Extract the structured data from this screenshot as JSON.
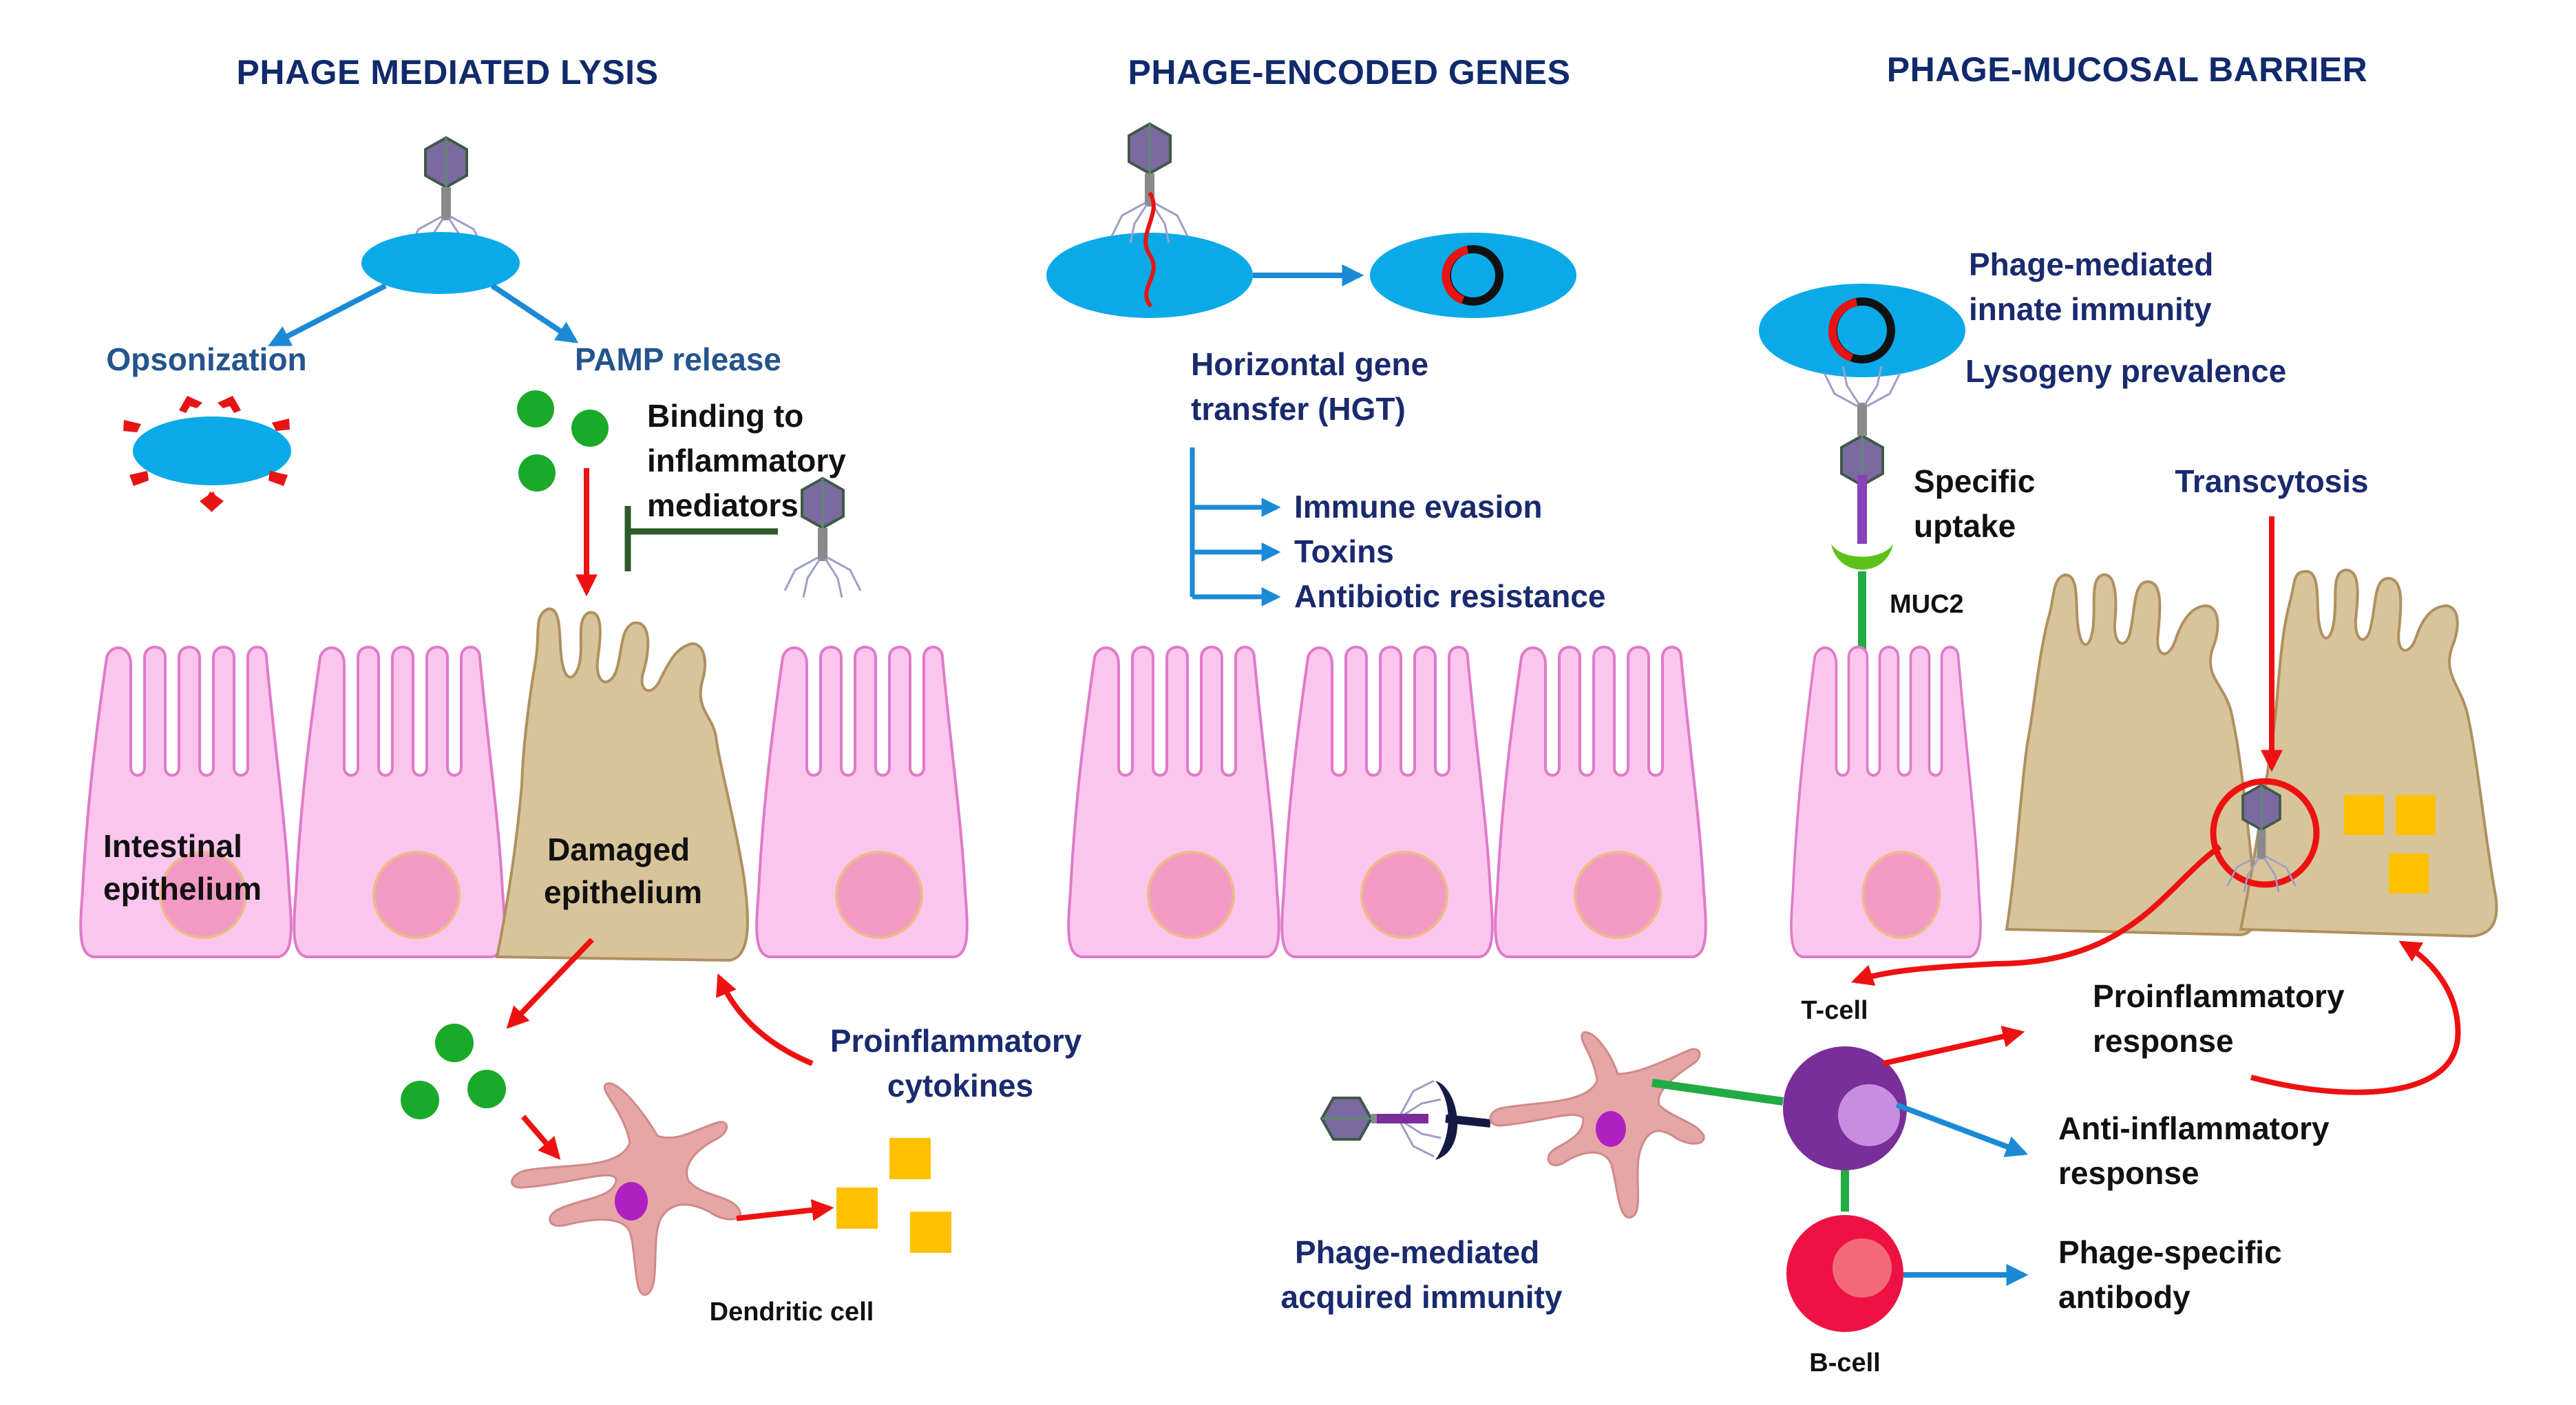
{
  "titles": {
    "lysis": "PHAGE MEDIATED LYSIS",
    "genes": "PHAGE-ENCODED GENES",
    "barrier": "PHAGE-MUCOSAL BARRIER"
  },
  "lysis": {
    "opsonization": "Opsonization",
    "pamp_release": "PAMP release",
    "binding": [
      "Binding to",
      "inflammatory",
      "mediators"
    ],
    "intestinal": [
      "Intestinal",
      "epithelium"
    ],
    "damaged": [
      "Damaged",
      "epithelium"
    ],
    "cytokines": [
      "Proinflammatory",
      "cytokines"
    ],
    "dendritic": "Dendritic cell"
  },
  "genes": {
    "hgt": [
      "Horizontal gene",
      "transfer (HGT)"
    ],
    "outcomes": [
      "Immune evasion",
      "Toxins",
      "Antibiotic resistance"
    ]
  },
  "barrier": {
    "innate": [
      "Phage-mediated",
      "innate immunity"
    ],
    "lysogeny": "Lysogeny prevalence",
    "uptake": [
      "Specific",
      "uptake"
    ],
    "muc2": "MUC2",
    "transcytosis": "Transcytosis",
    "tcell": "T-cell",
    "bcell": "B-cell",
    "proinflammatory": [
      "Proinflammatory",
      "response"
    ],
    "antiinflammatory": [
      "Anti-inflammatory",
      "response"
    ],
    "antibody": [
      "Phage-specific",
      "antibody"
    ],
    "acquired": [
      "Phage-mediated",
      "acquired immunity"
    ]
  },
  "colors": {
    "title": "#102a6b",
    "label_blue": "#24548c",
    "label_navy": "#1a2a6e",
    "bacterium": "#0aaae8",
    "epithelium": "#fbc6ee",
    "damaged": "#d8c49a",
    "nucleus": "#f39ac4",
    "pamp": "#1aaa2a",
    "cytokine": "#ffc000",
    "arrow_red": "#ee1111",
    "arrow_blue": "#1b8ad6",
    "tcell": "#7a2e9a",
    "bcell": "#ee1144"
  }
}
